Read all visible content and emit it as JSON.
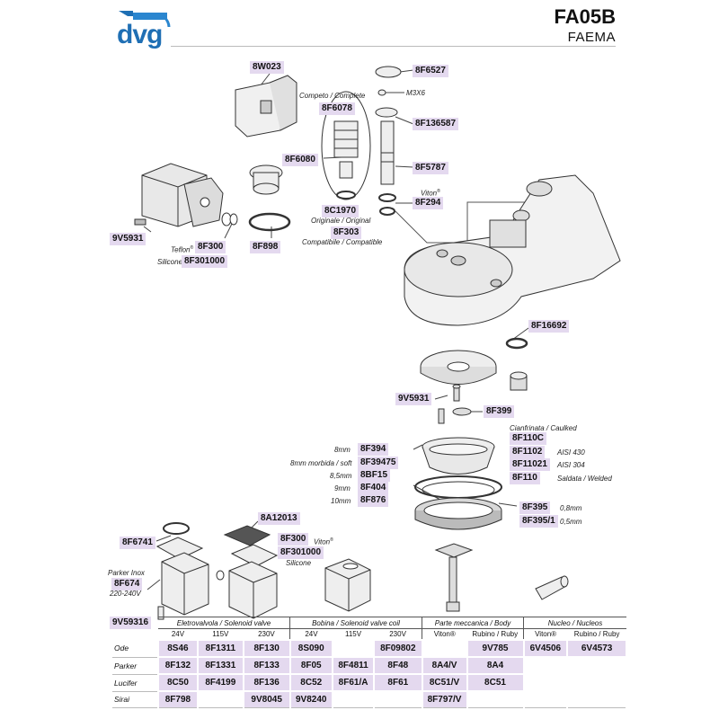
{
  "header": {
    "logo": "dvg",
    "model": "FA05B",
    "brand": "FAEMA"
  },
  "labels": {
    "c_8W023": "8W023",
    "c_8F6527": "8F6527",
    "c_8F6078": "8F6078",
    "c_8F6080": "8F6080",
    "c_8F136587": "8F136587",
    "c_8F5787": "8F5787",
    "c_8F294": "8F294",
    "c_8C1970": "8C1970",
    "c_8F303": "8F303",
    "c_9V5931a": "9V5931",
    "c_8F300a": "8F300",
    "c_8F301000a": "8F301000",
    "c_8F898": "8F898",
    "c_8F16692": "8F16692",
    "c_9V5931b": "9V5931",
    "c_8F399": "8F399",
    "c_8F110C": "8F110C",
    "c_8F1102": "8F1102",
    "c_8F11021": "8F11021",
    "c_8F110": "8F110",
    "c_8F394": "8F394",
    "c_8F39475": "8F39475",
    "c_8BF15": "8BF15",
    "c_8F404": "8F404",
    "c_8F876": "8F876",
    "c_8F395": "8F395",
    "c_8F3951": "8F395/1",
    "c_8A12013": "8A12013",
    "c_8F6741": "8F6741",
    "c_8F300b": "8F300",
    "c_8F301000b": "8F301000",
    "c_8F674": "8F674",
    "c_9V59316": "9V59316"
  },
  "notes": {
    "m3x6": "M3X6",
    "competo": "Competo / Complete",
    "viton1": "Viton",
    "reg": "®",
    "originale": "Originale / Original",
    "compatibile": "Compatibile / Compatible",
    "teflon": "Teflon",
    "silicone1": "Silicone",
    "cianfrinata": "Cianfrinata / Caulked",
    "aisi430": "AISI 430",
    "aisi304": "AISI 304",
    "saldata": "Saldata / Welded",
    "mm8": "8mm",
    "mm8soft": "8mm morbida / soft",
    "mm85": "8,5mm",
    "mm9": "9mm",
    "mm10": "10mm",
    "mm08": "0,8mm",
    "mm05": "0,5mm",
    "viton2": "Viton",
    "silicone2": "Silicone",
    "parkerinox": "Parker Inox",
    "v220": "220-240V"
  },
  "table": {
    "groups": [
      "Eletrovalvola / Solenoid valve",
      "Bobina / Solenoid valve coil",
      "Parte meccanica / Body",
      "Nucleo / Nucleos"
    ],
    "subheads": [
      "24V",
      "115V",
      "230V",
      "24V",
      "115V",
      "230V",
      "Viton®",
      "Rubino / Ruby",
      "Viton®",
      "Rubino / Ruby"
    ],
    "rows": [
      {
        "label": "Ode",
        "cells": [
          "8S46",
          "8F1311",
          "8F130",
          "8S090",
          "",
          "8F09802",
          "",
          "9V785",
          "6V4506",
          "6V4573"
        ]
      },
      {
        "label": "Parker",
        "cells": [
          "8F132",
          "8F1331",
          "8F133",
          "8F05",
          "8F4811",
          "8F48",
          "8A4/V",
          "8A4",
          "",
          ""
        ]
      },
      {
        "label": "Lucifer",
        "cells": [
          "8C50",
          "8F4199",
          "8F136",
          "8C52",
          "8F61/A",
          "8F61",
          "8C51/V",
          "8C51",
          "",
          ""
        ]
      },
      {
        "label": "Sirai",
        "cells": [
          "8F798",
          "",
          "9V8045",
          "9V8240",
          "",
          "",
          "8F797/V",
          "",
          "",
          ""
        ]
      }
    ]
  }
}
